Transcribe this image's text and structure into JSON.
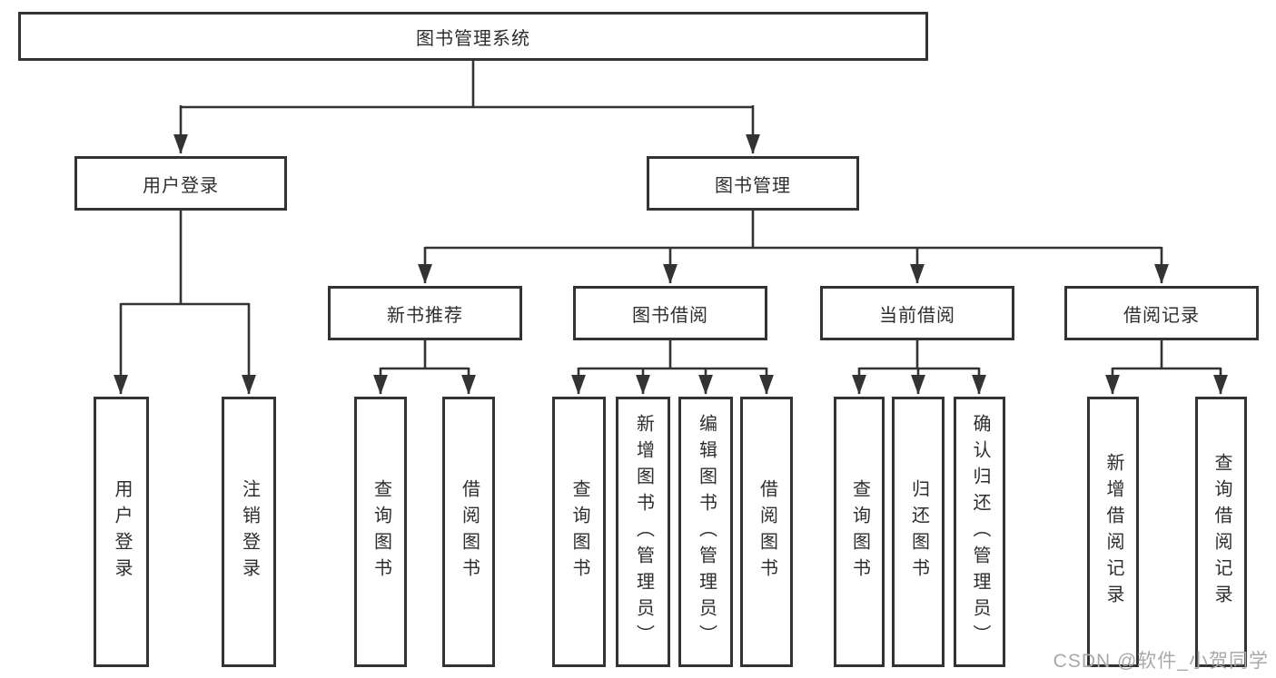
{
  "diagram_title": "图书管理系统",
  "colors": {
    "line": "#333333",
    "box_border": "#333333",
    "box_fill": "#ffffff",
    "text": "#2e2e2e",
    "watermark": "#a9a9a9",
    "background": "#ffffff"
  },
  "watermark": "CSDN @软件_小贺同学",
  "tree": {
    "root": {
      "label": "图书管理系统",
      "children": [
        {
          "label": "用户登录",
          "children": [
            {
              "label": "用户登录"
            },
            {
              "label": "注销登录"
            }
          ]
        },
        {
          "label": "图书管理",
          "children": [
            {
              "label": "新书推荐",
              "children": [
                {
                  "label": "查询图书"
                },
                {
                  "label": "借阅图书"
                }
              ]
            },
            {
              "label": "图书借阅",
              "children": [
                {
                  "label": "查询图书"
                },
                {
                  "label": "新增图书（管理员）"
                },
                {
                  "label": "编辑图书（管理员）"
                },
                {
                  "label": "借阅图书"
                }
              ]
            },
            {
              "label": "当前借阅",
              "children": [
                {
                  "label": "查询图书"
                },
                {
                  "label": "归还图书"
                },
                {
                  "label": "确认归还（管理员）"
                }
              ]
            },
            {
              "label": "借阅记录",
              "children": [
                {
                  "label": "新增借阅记录"
                },
                {
                  "label": "查询借阅记录"
                }
              ]
            }
          ]
        }
      ]
    }
  }
}
